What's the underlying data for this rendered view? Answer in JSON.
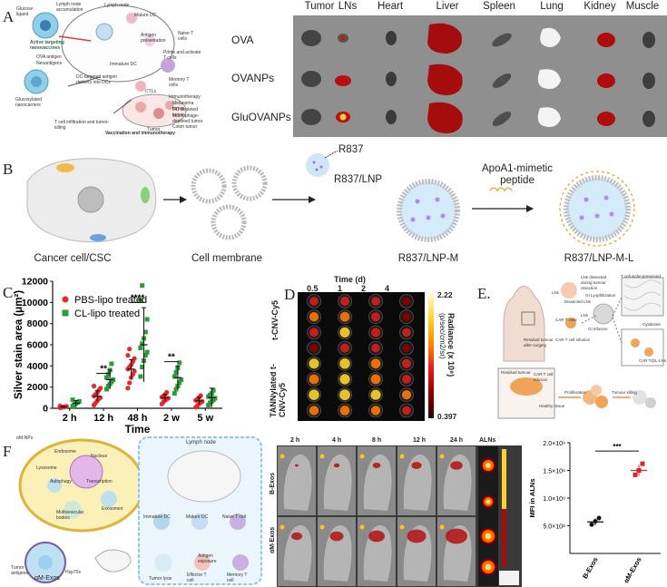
{
  "panels": {
    "a": {
      "letter": "A",
      "schematic_labels": [
        "Glucose ligand",
        "Lymph node accumulation",
        "Lymph node",
        "Mature DC",
        "Active targeting nanovaccines",
        "OVA antigen",
        "Neoantigens",
        "Antigen presentation",
        "Naive T cells",
        "Prime and activate T cells",
        "Glucosylated nanocarriers",
        "DC-targeted antigen delivery into DCs",
        "Immature DC",
        "CTLs",
        "Memory T cells",
        "Immunotherapy",
        "Melanoma tumor",
        "DC-depleted tumor",
        "Macrophage-depleted tumor",
        "Colon tumor",
        "T cell infiltration and tumor-killing",
        "Tumor",
        "Vaccination and immunotherapy"
      ],
      "columns": [
        "Tumor",
        "LNs",
        "Heart",
        "Liver",
        "Spleen",
        "Lung",
        "Kidney",
        "Muscle"
      ],
      "rows": [
        "OVA",
        "OVANPs",
        "GluOVANPs"
      ]
    },
    "b": {
      "letter": "B",
      "labels": {
        "cancer": "Cancer cell/CSC",
        "membrane": "Cell membrane",
        "lnp_m": "R837/LNP-M",
        "lnp_m_l": "R837/LNP-M-L",
        "r837": "R837",
        "r837_lnp": "R837/LNP",
        "peptide": "ApoA1-mimetic peptide"
      }
    },
    "c": {
      "letter": "C"
    },
    "d": {
      "letter": "D",
      "time_title": "Time (d)",
      "times": [
        "0.5",
        "1",
        "2",
        "4"
      ],
      "group1": "t-CNV-Cy5",
      "group2": "TANNylated t-CNV-Cy5",
      "cbar_max": "2.22",
      "cbar_min": "0.397",
      "cbar_title": "Radiance (x 10⁸)",
      "cbar_unit": "(p/sec/cm2/sr)"
    },
    "e": {
      "letter": "E.",
      "labels": [
        "LNs dissected during tumour resection",
        "LNs",
        "Dissected LNs",
        "Residual tumour after surgery",
        "GI Lyophilization",
        "CAR T cells",
        "CAR T cell infusion",
        "LNs",
        "GI infusion",
        "T cell niche preserved",
        "Cytokines",
        "CAR T@L-LNs",
        "Residual tumour",
        "CAR T cell infusion",
        "Healthy tissue",
        "Proliferation",
        "Tumour killing"
      ]
    },
    "f": {
      "letter": "F",
      "schematic_labels": [
        "αM-NPs",
        "Endosome",
        "Lysosome",
        "Nucleus",
        "Autophagy",
        "Transcription",
        "Multivesicular bodies",
        "Exosomes",
        "Tumor antigens",
        "Hsp70s",
        "αM-Exos",
        "Lymph node",
        "Immature DC",
        "Mature DC",
        "Naive T cell",
        "Tumor lysis",
        "Effector T cell",
        "Antigen exposure",
        "Memory T cell"
      ],
      "times": [
        "2 h",
        "4 h",
        "8 h",
        "12 h",
        "24 h",
        "ALNs"
      ],
      "rows": [
        "B-Exos",
        "αM-Exos"
      ]
    }
  },
  "chart_data": [
    {
      "type": "scatter",
      "panel": "C",
      "ylabel": "Silver stain area (μm²)",
      "xlabel": "Time",
      "categories": [
        "2 h",
        "12 h",
        "48 h",
        "2 w",
        "5 w"
      ],
      "yticks": [
        0,
        2000,
        4000,
        6000,
        8000,
        10000,
        12000
      ],
      "ytick_labels": [
        "0",
        "2000",
        "4000",
        "6000",
        "8000",
        "10000",
        "12000"
      ],
      "ylim": [
        0,
        12000
      ],
      "significance": [
        {
          "category": "12 h",
          "label": "**"
        },
        {
          "category": "48 h",
          "label": "****"
        },
        {
          "category": "2 w",
          "label": "**"
        }
      ],
      "legend_position": "top-left",
      "series": [
        {
          "name": "PBS-lipo treated",
          "color": "#e8262b",
          "marker": "circle",
          "points": [
            [
              50,
              80,
              120,
              150,
              180,
              220
            ],
            [
              300,
              500,
              700,
              900,
              1000,
              1150,
              1300,
              1450,
              1700,
              1900,
              2100
            ],
            [
              1900,
              2400,
              2900,
              3200,
              3500,
              3700,
              3900,
              4100,
              4400,
              4700,
              5000,
              5600
            ],
            [
              400,
              600,
              750,
              850,
              950,
              1050,
              1150,
              1300,
              1500
            ],
            [
              100,
              250,
              400,
              550,
              650,
              750,
              850,
              1000,
              1200
            ]
          ],
          "means": [
            120,
            1150,
            3700,
            1000,
            700
          ],
          "errors": [
            60,
            500,
            900,
            300,
            350
          ]
        },
        {
          "name": "CL-lipo treated",
          "color": "#2c9b3c",
          "marker": "square",
          "points": [
            [
              200,
              300,
              450,
              550,
              650,
              800
            ],
            [
              1800,
              2100,
              2300,
              2500,
              2700,
              2900,
              3200,
              3600,
              4200
            ],
            [
              3000,
              3900,
              4500,
              5000,
              5300,
              5700,
              6100,
              6600,
              7200,
              8400,
              10200,
              11600
            ],
            [
              1400,
              1800,
              2100,
              2400,
              2700,
              3000,
              3400,
              3800,
              4300
            ],
            [
              300,
              500,
              650,
              800,
              950,
              1100,
              1250,
              1400,
              1700
            ]
          ],
          "means": [
            480,
            2700,
            6000,
            2900,
            1000
          ],
          "errors": [
            250,
            900,
            3500,
            1100,
            900
          ]
        }
      ]
    },
    {
      "type": "scatter",
      "panel": "F",
      "ylabel": "MFI in ALNs",
      "categories": [
        "B-Exos",
        "αM-Exos"
      ],
      "yticks": [
        0,
        500000000,
        1000000000,
        1500000000,
        2000000000
      ],
      "ytick_labels": [
        "0",
        "5.0×10⁸",
        "1.0×10⁹",
        "1.5×10⁹",
        "2.0×10⁹"
      ],
      "ylim": [
        0,
        2000000000
      ],
      "significance": [
        {
          "between": [
            "B-Exos",
            "αM-Exos"
          ],
          "label": "***"
        }
      ],
      "series": [
        {
          "name": "",
          "color": "#111111",
          "marker": "circle",
          "category": "B-Exos",
          "points": [
            520000000,
            580000000,
            640000000
          ],
          "mean": 570000000,
          "error": 60000000
        },
        {
          "name": "",
          "color": "#d7262b",
          "marker": "square",
          "category": "αM-Exos",
          "points": [
            1420000000,
            1500000000,
            1620000000
          ],
          "mean": 1500000000,
          "error": 100000000
        }
      ]
    }
  ]
}
